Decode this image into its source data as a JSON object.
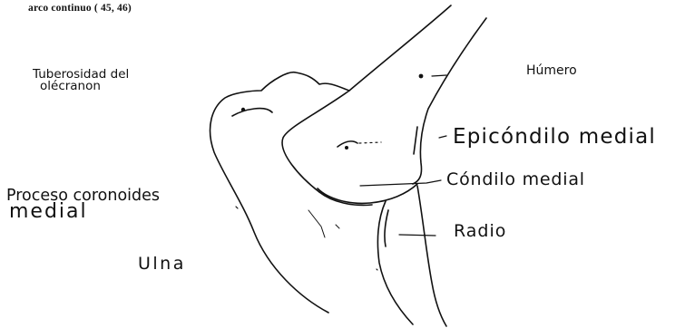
{
  "caption": "arco continuo ( 45, 46)",
  "labels": {
    "tuberosidad": [
      "Tuberosidad del",
      "olécranon"
    ],
    "humero": "Húmero",
    "epicondilo": "Epicóndilo medial",
    "condilo": "Cóndilo medial",
    "proceso": [
      "Proceso coronoides",
      "medial"
    ],
    "radio": "Radio",
    "ulna": "Ulna"
  },
  "colors": {
    "ink": "#111111",
    "background": "#ffffff"
  }
}
